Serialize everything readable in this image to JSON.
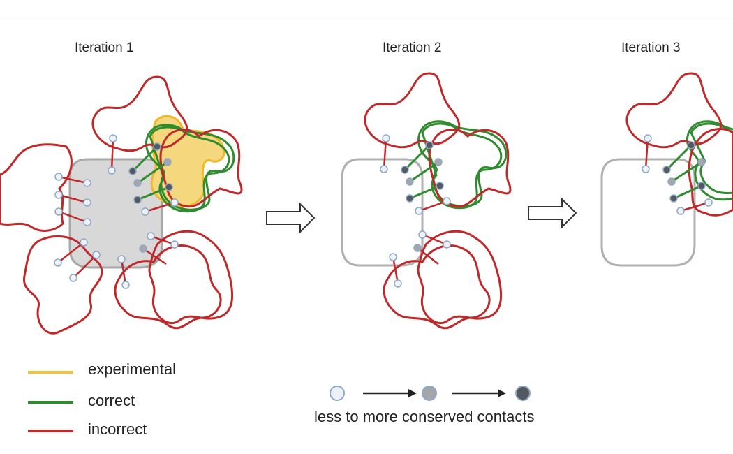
{
  "titles": [
    "Iteration 1",
    "Iteration 2",
    "Iteration 3"
  ],
  "legend": [
    {
      "label": "experimental",
      "color": "#f2c33a"
    },
    {
      "label": "correct",
      "color": "#2e8b2e"
    },
    {
      "label": "incorrect",
      "color": "#c0282a"
    }
  ],
  "conservation_caption": "less to more conserved contacts",
  "conservation_colors": [
    "#eef2f8",
    "#a4a6aa",
    "#54585f"
  ]
}
